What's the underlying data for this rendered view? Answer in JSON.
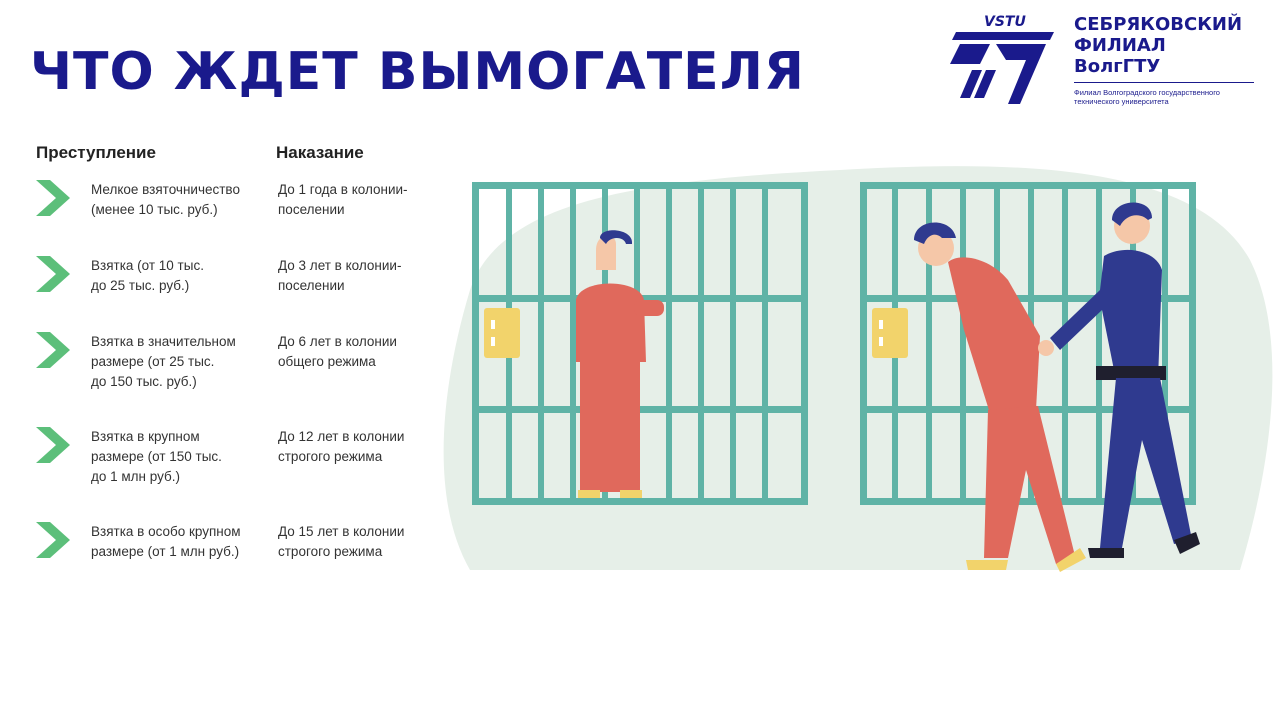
{
  "title": "ЧТО ЖДЕТ ВЫМОГАТЕЛЯ",
  "logo": {
    "mark_text": "VSTU",
    "name_line1": "СЕБРЯКОВСКИЙ",
    "name_line2": "ФИЛИАЛ",
    "name_line3": "ВолгГТУ",
    "subtitle": "Филиал Волгоградского государственного технического университета",
    "color": "#1a1a8c"
  },
  "table": {
    "crime_header": "Преступление",
    "punishment_header": "Наказание",
    "rows": [
      {
        "crime": [
          "Мелкое взяточничество",
          "(менее 10 тыс. руб.)"
        ],
        "punishment": [
          "До 1 года в колонии-",
          "поселении"
        ]
      },
      {
        "crime": [
          "Взятка (от 10 тыс.",
          "до 25 тыс. руб.)"
        ],
        "punishment": [
          "До 3 лет в колонии-",
          "поселении"
        ]
      },
      {
        "crime": [
          "Взятка в значительном",
          "размере (от 25 тыс.",
          "до 150 тыс. руб.)"
        ],
        "punishment": [
          "До 6 лет в колонии",
          "общего режима"
        ]
      },
      {
        "crime": [
          "Взятка в крупном",
          "размере (от 150 тыс.",
          "до 1 млн руб.)"
        ],
        "punishment": [
          "До 12 лет в колонии",
          "строгого режима"
        ]
      },
      {
        "crime": [
          "Взятка в особо крупном",
          "размере (от 1 млн руб.)"
        ],
        "punishment": [
          "До 15 лет в колонии",
          "строгого режима"
        ]
      }
    ]
  },
  "colors": {
    "title": "#1a1a8c",
    "chevron": "#5cbf7a",
    "bars": "#5fb3a6",
    "backdrop": "#e6efe8",
    "prisoner": "#e0695c",
    "guard": "#2f3a8f",
    "lock": "#f2d36b"
  },
  "icons": {
    "bullet": "chevron-right-icon",
    "logo": "vstu-logo-icon"
  }
}
